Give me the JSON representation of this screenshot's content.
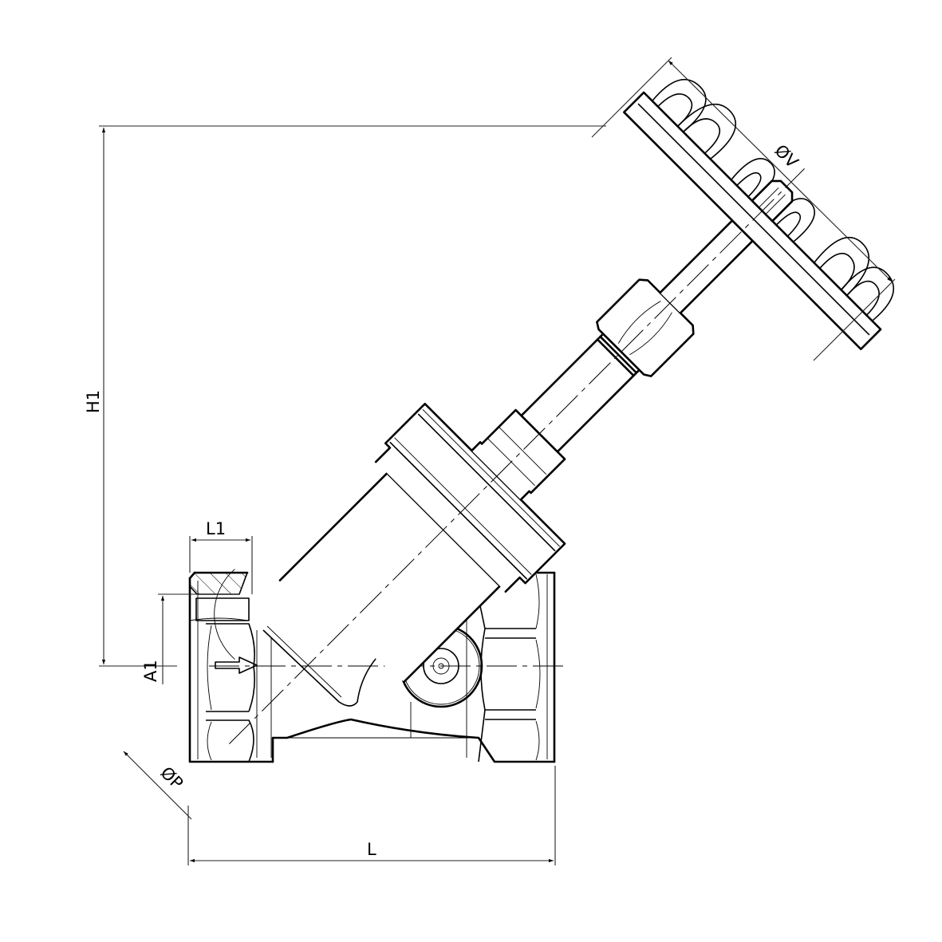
{
  "drawing": {
    "subject": "Y-pattern globe valve with handwheel",
    "flow_direction": "left-to-right"
  },
  "dimensions": {
    "H1": "H1",
    "A1": "A1",
    "L1": "L1",
    "L": "L",
    "P": "ØP",
    "V": "ØV"
  },
  "colors": {
    "line": "#000000",
    "background": "#ffffff"
  }
}
